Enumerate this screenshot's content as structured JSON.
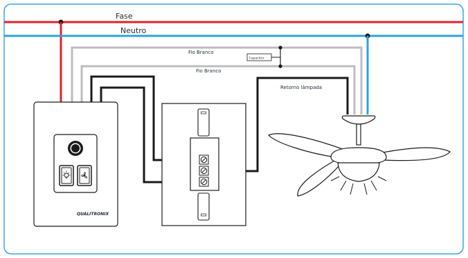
{
  "labels": {
    "fase": "Fase",
    "neutro": "Neutro",
    "fio_branco_top": "Fio Branco",
    "fio_branco_bottom": "Fio Branco",
    "capacitor": "Capacitor",
    "retorno": "Retorno lâmpada",
    "brand": "QUALITRONIX"
  },
  "colors": {
    "fase": "#e3202a",
    "neutro": "#2aa4de",
    "fio_branco": "#bdbdbd",
    "control": "#1a1a1a",
    "frame": "#3aa6e0"
  },
  "icons": {
    "dimmer": "dimmer-knob-icon",
    "lamp": "lamp-icon",
    "fan": "fan-icon"
  }
}
